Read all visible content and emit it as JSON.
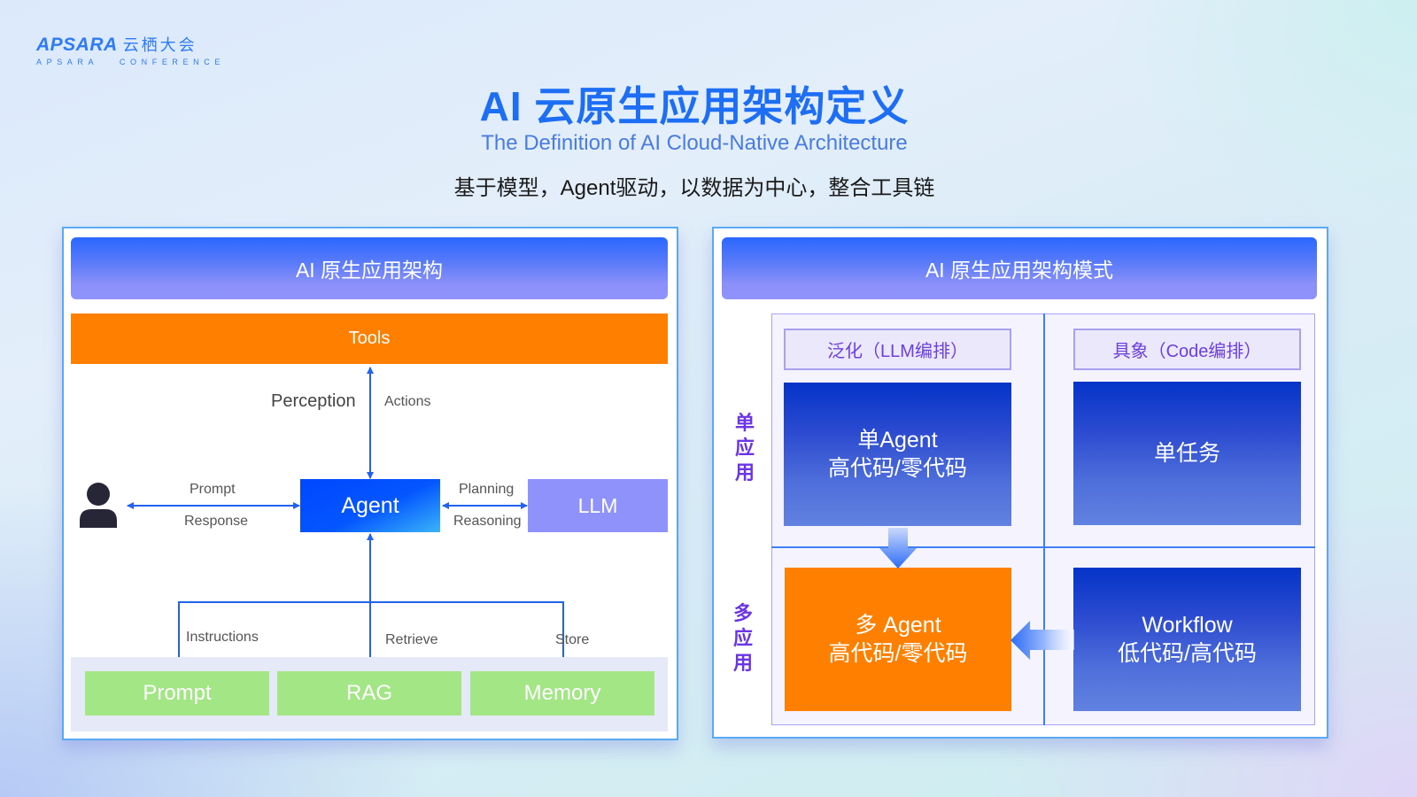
{
  "logo": {
    "brand_en": "APSARA",
    "brand_cn": "云栖大会",
    "tagline": "APSARA   CONFERENCE"
  },
  "header": {
    "title": "AI 云原生应用架构定义",
    "subtitle_en": "The Definition of AI Cloud-Native Architecture",
    "subtitle_cn": "基于模型，Agent驱动，以数据为中心，整合工具链"
  },
  "left_panel": {
    "title": "AI 原生应用架构",
    "tools": "Tools",
    "perception": "Perception",
    "actions": "Actions",
    "user_icon": "user-icon",
    "prompt_label": "Prompt",
    "response_label": "Response",
    "agent": "Agent",
    "planning": "Planning",
    "reasoning": "Reasoning",
    "llm": "LLM",
    "instructions": "Instructions",
    "retrieve": "Retrieve",
    "store": "Store",
    "components": [
      {
        "label": "Prompt"
      },
      {
        "label": "RAG"
      },
      {
        "label": "Memory"
      }
    ]
  },
  "right_panel": {
    "title": "AI 原生应用架构模式",
    "columns": [
      {
        "label": "泛化（LLM编排）"
      },
      {
        "label": "具象（Code编排）"
      }
    ],
    "rows": [
      {
        "label": "单应用",
        "chars": [
          "单",
          "应",
          "用"
        ]
      },
      {
        "label": "多应用",
        "chars": [
          "多",
          "应",
          "用"
        ]
      }
    ],
    "cells": {
      "single_generic": {
        "line1": "单Agent",
        "line2": "高代码/零代码"
      },
      "single_specific": {
        "line1": "单任务",
        "line2": ""
      },
      "multi_generic": {
        "line1": "多 Agent",
        "line2": "高代码/零代码"
      },
      "multi_specific": {
        "line1": "Workflow",
        "line2": "低代码/高代码"
      }
    }
  },
  "colors": {
    "accent_blue": "#1e6ef5",
    "tools_orange": "#ff8000",
    "llm_purple": "#8f92fb",
    "store_green": "#a2e685",
    "row_label_purple": "#6b34e6"
  }
}
